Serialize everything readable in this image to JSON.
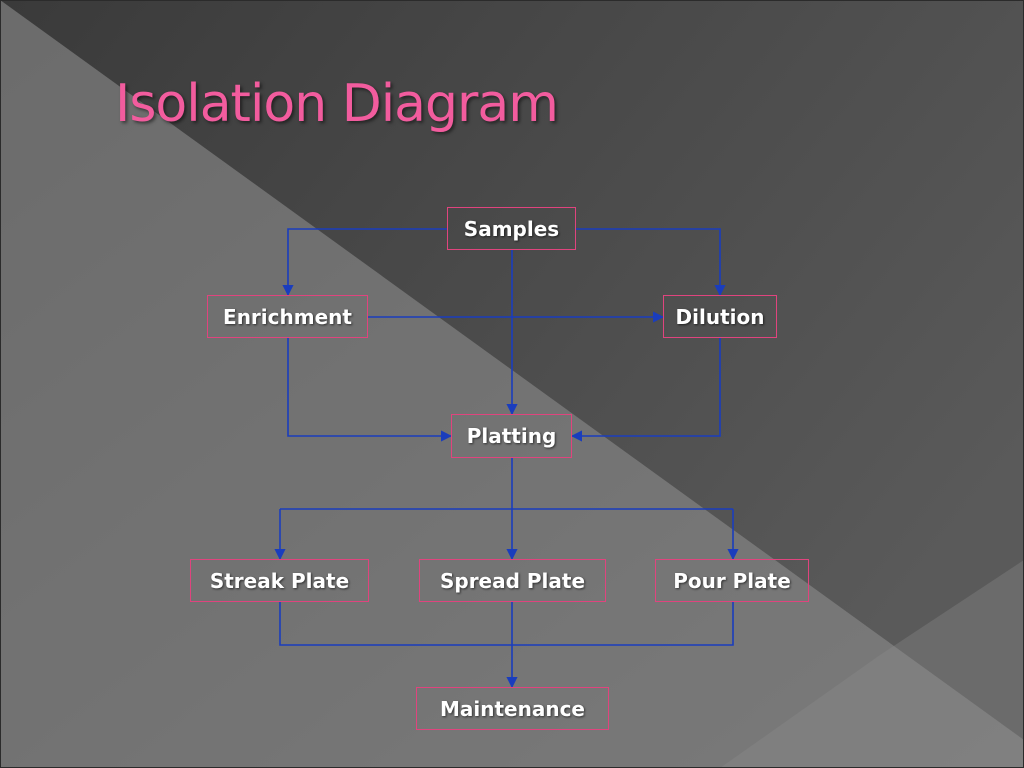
{
  "slide": {
    "title": "Isolation Diagram"
  },
  "nodes": {
    "samples": "Samples",
    "enrichment": "Enrichment",
    "dilution": "Dilution",
    "platting": "Platting",
    "streak_plate": "Streak Plate",
    "spread_plate": "Spread Plate",
    "pour_plate": "Pour Plate",
    "maintenance": "Maintenance"
  },
  "edges": [
    {
      "from": "samples",
      "to": "enrichment"
    },
    {
      "from": "samples",
      "to": "dilution"
    },
    {
      "from": "samples",
      "to": "platting"
    },
    {
      "from": "enrichment",
      "to": "dilution"
    },
    {
      "from": "enrichment",
      "to": "platting"
    },
    {
      "from": "dilution",
      "to": "platting"
    },
    {
      "from": "platting",
      "to": "streak_plate"
    },
    {
      "from": "platting",
      "to": "spread_plate"
    },
    {
      "from": "platting",
      "to": "pour_plate"
    },
    {
      "from": "streak_plate",
      "to": "maintenance"
    },
    {
      "from": "spread_plate",
      "to": "maintenance"
    },
    {
      "from": "pour_plate",
      "to": "maintenance"
    }
  ],
  "colors": {
    "title": "#f25c9e",
    "node_border": "#e0447e",
    "node_text": "#ffffff",
    "connector": "#1a3dbd"
  }
}
